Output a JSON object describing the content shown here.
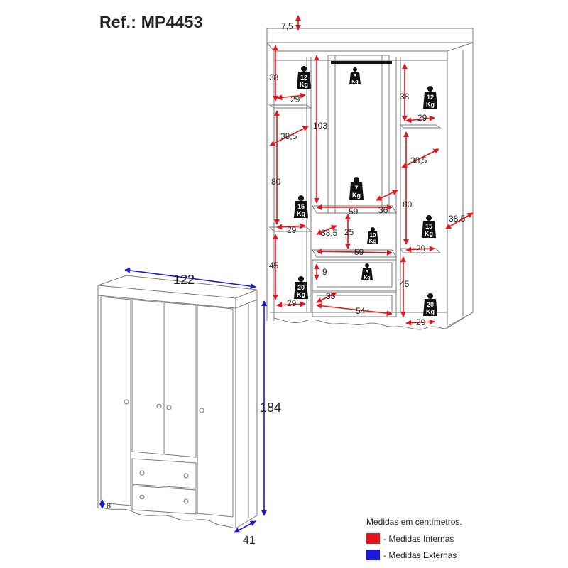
{
  "ref": "Ref.: MP4453",
  "colors": {
    "internal": "#e8141b",
    "external": "#1a1ad6",
    "line": "#7a7a7a",
    "weight": "#111111"
  },
  "internal_dims": {
    "top": "7,5",
    "left_38": "38",
    "left_29a": "29",
    "left_385": "38,5",
    "left_80": "80",
    "left_29b": "29",
    "left_45": "45",
    "left_29c": "29",
    "center_103": "103",
    "center_59a": "59",
    "center_36": "36",
    "center_385": "38,5",
    "center_25": "25",
    "center_59b": "59",
    "center_9": "9",
    "center_35": "35",
    "center_54": "54",
    "right_38": "38",
    "right_29a": "29",
    "right_385": "38,5",
    "right_80": "80",
    "right_29b": "29",
    "right_45": "45",
    "right_29c": "29",
    "side_385": "38,5"
  },
  "external_dims": {
    "width": "122",
    "height": "184",
    "depth": "41",
    "foot": "8"
  },
  "weights": {
    "left_top": {
      "value": "12",
      "unit": "Kg"
    },
    "left_mid": {
      "value": "15",
      "unit": "Kg"
    },
    "left_bot": {
      "value": "20",
      "unit": "Kg"
    },
    "right_top": {
      "value": "12",
      "unit": "Kg"
    },
    "right_mid": {
      "value": "15",
      "unit": "Kg"
    },
    "right_bot": {
      "value": "20",
      "unit": "Kg"
    },
    "rail": {
      "value": "3",
      "unit": "Kg"
    },
    "center_shelf": {
      "value": "7",
      "unit": "Kg"
    },
    "center_small": {
      "value": "10",
      "unit": "Kg"
    },
    "drawer": {
      "value": "3",
      "unit": "Kg"
    }
  },
  "legend": {
    "title": "Medidas em centímetros.",
    "internal": "- Medidas Internas",
    "external": "- Medidas Externas"
  }
}
